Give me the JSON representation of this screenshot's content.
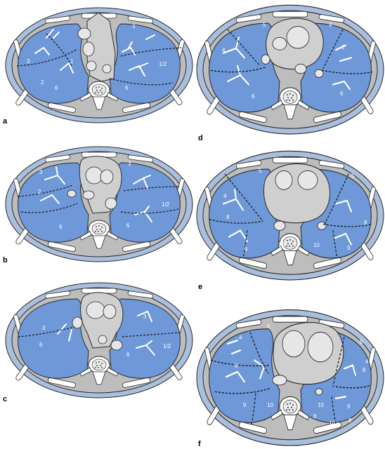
{
  "figure": {
    "colors": {
      "lung": "#6e98d8",
      "lung_outline": "#2a2a2a",
      "body_outer": "#a9bfdd",
      "soft_tissue": "#bdbdbd",
      "mediastinum": "#cfcfcf",
      "vessel": "#e6e6e6",
      "white": "#ffffff",
      "fissure": "#1a1a1a"
    },
    "panels": [
      {
        "id": "a",
        "letter": "a",
        "segments": [
          "3",
          "3",
          "1",
          "2",
          "1/2",
          "6",
          "6"
        ]
      },
      {
        "id": "d",
        "letter": "d",
        "segments": [
          "5",
          "4",
          "4",
          "5",
          "6",
          "6"
        ]
      },
      {
        "id": "b",
        "letter": "b",
        "segments": [
          "3",
          "3",
          "2",
          "1/2",
          "6",
          "6"
        ]
      },
      {
        "id": "e",
        "letter": "e",
        "segments": [
          "5",
          "5",
          "4",
          "8",
          "8",
          "9",
          "10",
          "10",
          "9"
        ]
      },
      {
        "id": "c",
        "letter": "c",
        "segments": [
          "3",
          "3",
          "6",
          "1/2",
          "6"
        ]
      },
      {
        "id": "f",
        "letter": "f",
        "segments": [
          "4",
          "5",
          "5",
          "4",
          "8",
          "7",
          "9",
          "10",
          "10",
          "9",
          "8",
          "8",
          "10",
          "9"
        ]
      }
    ]
  }
}
